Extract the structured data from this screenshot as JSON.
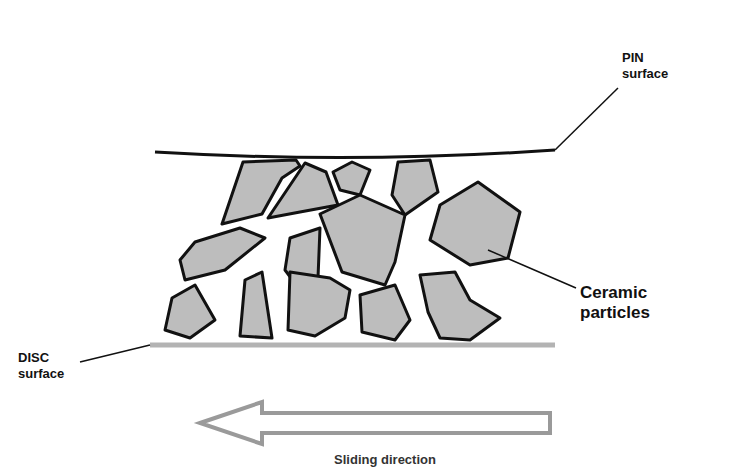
{
  "diagram": {
    "labels": [
      "PIN surface",
      "Ceramic particles",
      "DISC surface",
      "Sliding direction"
    ]
  }
}
